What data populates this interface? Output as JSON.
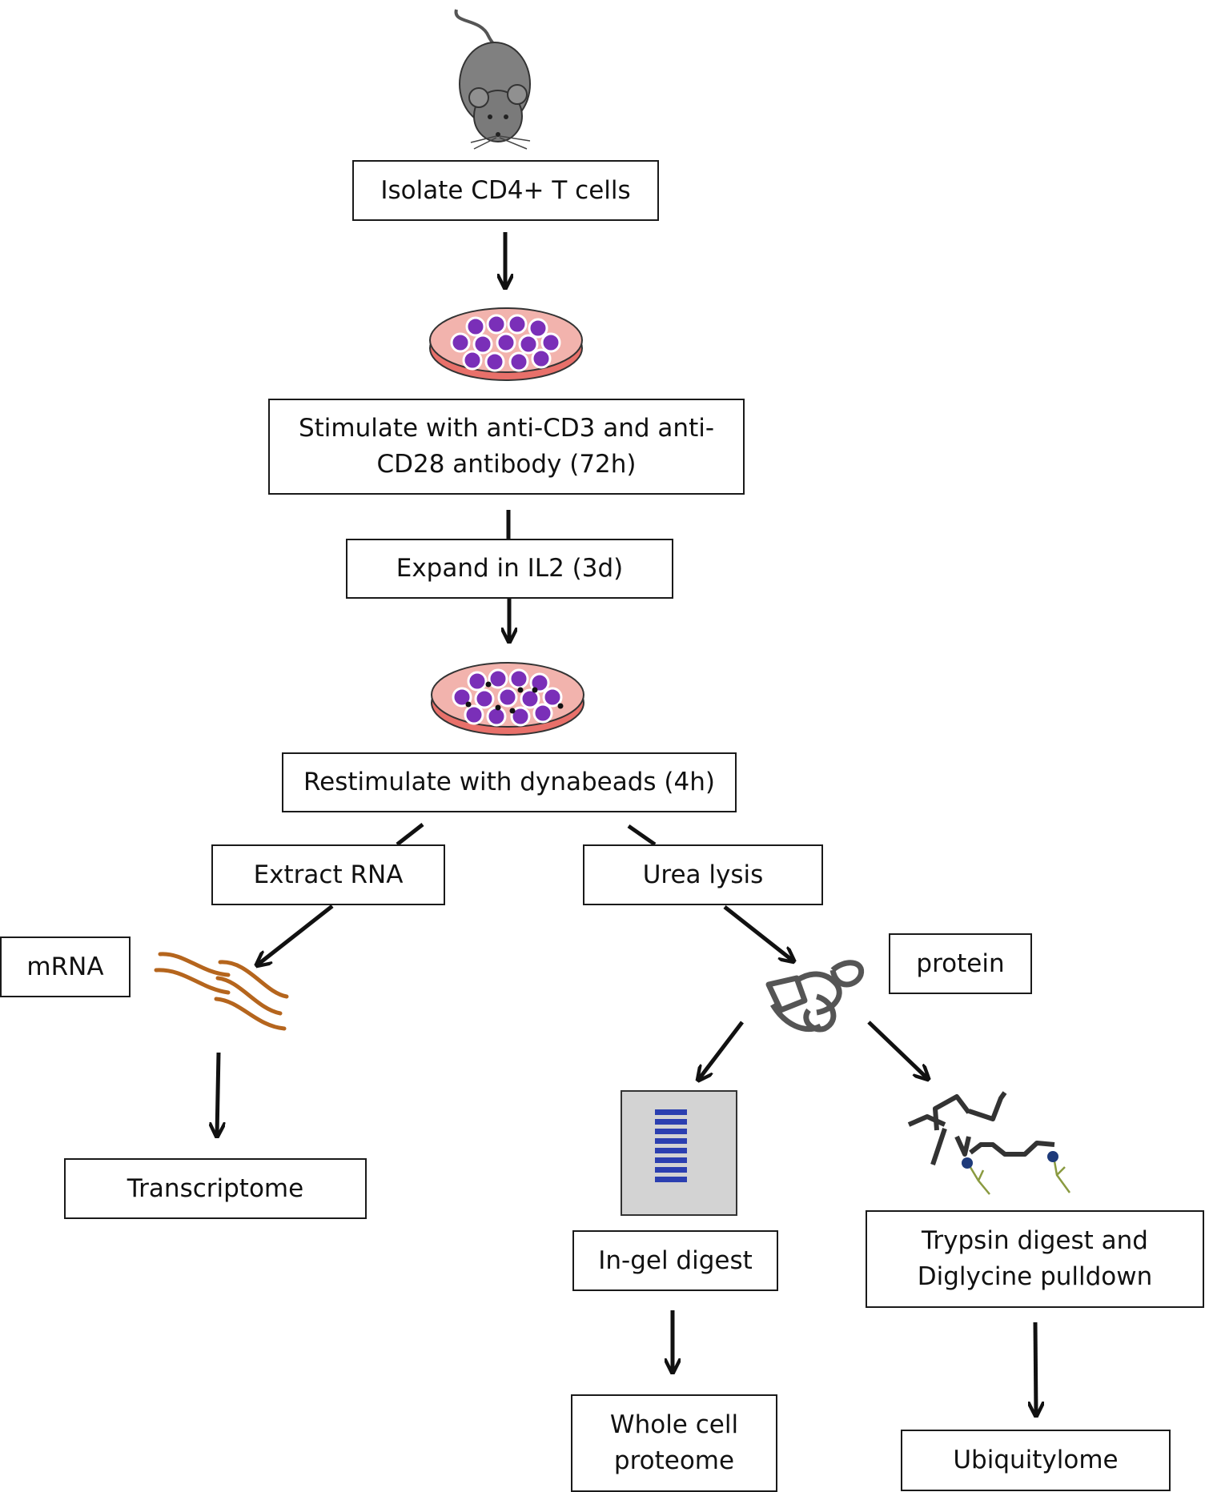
{
  "steps": {
    "isolate": "Isolate CD4+ T cells",
    "stimulate_line1": "Stimulate with anti-CD3 and anti-",
    "stimulate_line2": "CD28 antibody (72h)",
    "expand": "Expand in IL2  (3d)",
    "restimulate": "Restimulate with dynabeads (4h)",
    "extract_rna": "Extract RNA",
    "urea_lysis": "Urea lysis",
    "mrna": "mRNA",
    "protein": "protein",
    "transcriptome": "Transcriptome",
    "in_gel_digest": "In-gel digest",
    "trypsin_line1": "Trypsin digest and",
    "trypsin_line2": "Diglycine pulldown",
    "whole_cell_line1": "Whole cell",
    "whole_cell_line2": "proteome",
    "ubiquitylome": "Ubiquitylome"
  },
  "icons": [
    "mouse-icon",
    "petri-dish-cells-icon",
    "petri-dish-dynabeads-icon",
    "mrna-strands-icon",
    "protein-tangle-icon",
    "gel-lanes-icon",
    "ubiquitinated-peptides-icon"
  ],
  "colors": {
    "mrna": "#b5651d",
    "cell": "#7a2fb8",
    "dish_media": "#e8706a",
    "gel_band": "#2b3fb0",
    "gel_bg": "#d3d3d3",
    "mouse": "#808080"
  }
}
